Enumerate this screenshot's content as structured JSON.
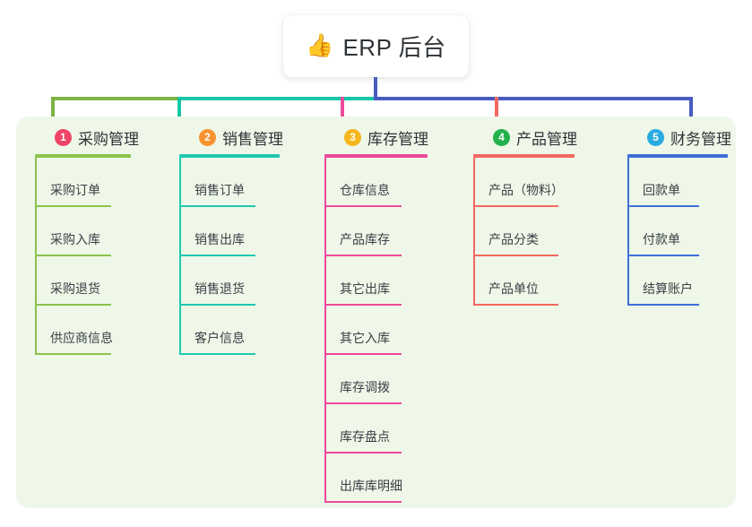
{
  "root": {
    "icon": "thumbs-up-icon",
    "icon_glyph": "👍",
    "title": "ERP 后台",
    "card_bg": "#ffffff",
    "stem_color": "#4a5bc0"
  },
  "panel": {
    "background": "#eef7e8"
  },
  "connector": {
    "segments": [
      {
        "name": "green",
        "color": "#7cb342"
      },
      {
        "name": "teal",
        "color": "#14c6a5"
      },
      {
        "name": "blue",
        "color": "#4a5bc0"
      }
    ]
  },
  "columns": [
    {
      "number": "1",
      "title": "采购管理",
      "badge_color": "#ef4466",
      "rule_color": "#8bc34a",
      "drop_color": "#7cb342",
      "items": [
        {
          "label": "采购订单"
        },
        {
          "label": "采购入库"
        },
        {
          "label": "采购退货"
        },
        {
          "label": "供应商信息"
        }
      ]
    },
    {
      "number": "2",
      "title": "销售管理",
      "badge_color": "#f7922f",
      "rule_color": "#1fc8b0",
      "drop_color": "#14c6a5",
      "items": [
        {
          "label": "销售订单"
        },
        {
          "label": "销售出库"
        },
        {
          "label": "销售退货"
        },
        {
          "label": "客户信息"
        }
      ]
    },
    {
      "number": "3",
      "title": "库存管理",
      "badge_color": "#f6b61c",
      "rule_color": "#ec4a9b",
      "drop_color": "#ec4a9b",
      "items": [
        {
          "label": "仓库信息"
        },
        {
          "label": "产品库存"
        },
        {
          "label": "其它出库"
        },
        {
          "label": "其它入库"
        },
        {
          "label": "库存调拨"
        },
        {
          "label": "库存盘点"
        },
        {
          "label": "出库库明细"
        }
      ]
    },
    {
      "number": "4",
      "title": "产品管理",
      "badge_color": "#23b14c",
      "rule_color": "#f3685f",
      "drop_color": "#f3685f",
      "items": [
        {
          "label": "产品（物料）"
        },
        {
          "label": "产品分类"
        },
        {
          "label": "产品单位"
        }
      ]
    },
    {
      "number": "5",
      "title": "财务管理",
      "badge_color": "#29abe2",
      "rule_color": "#3f6fd8",
      "drop_color": "#7d94dd",
      "items": [
        {
          "label": "回款单"
        },
        {
          "label": "付款单"
        },
        {
          "label": "结算账户"
        }
      ]
    }
  ]
}
